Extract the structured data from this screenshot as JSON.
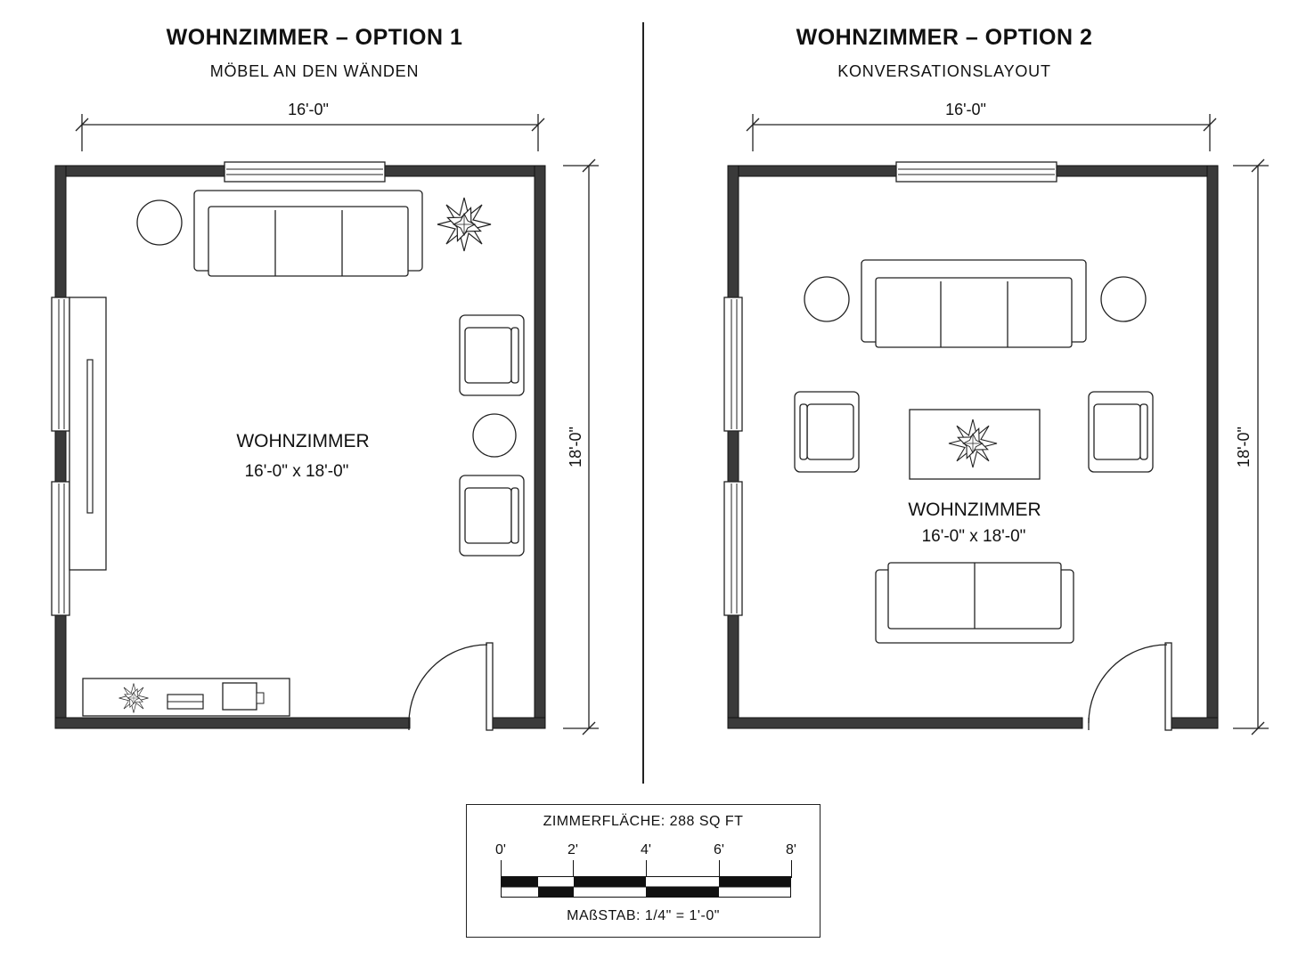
{
  "left_plan": {
    "title": "WOHNZIMMER – OPTION 1",
    "subtitle": "MÖBEL AN DEN WÄNDEN",
    "width_dim": "16'-0\"",
    "height_dim": "18'-0\"",
    "room_name": "WOHNZIMMER",
    "room_size": "16'-0\" x 18'-0\""
  },
  "right_plan": {
    "title": "WOHNZIMMER – OPTION 2",
    "subtitle": "KONVERSATIONSLAYOUT",
    "width_dim": "16'-0\"",
    "height_dim": "18'-0\"",
    "room_name": "WOHNZIMMER",
    "room_size": "16'-0\" x 18'-0\""
  },
  "legend": {
    "area": "ZIMMERFLÄCHE: 288 SQ FT",
    "scale_ticks": [
      "0'",
      "2'",
      "4'",
      "6'",
      "8'"
    ],
    "scale": "MAßSTAB: 1/4\" = 1'-0\""
  }
}
